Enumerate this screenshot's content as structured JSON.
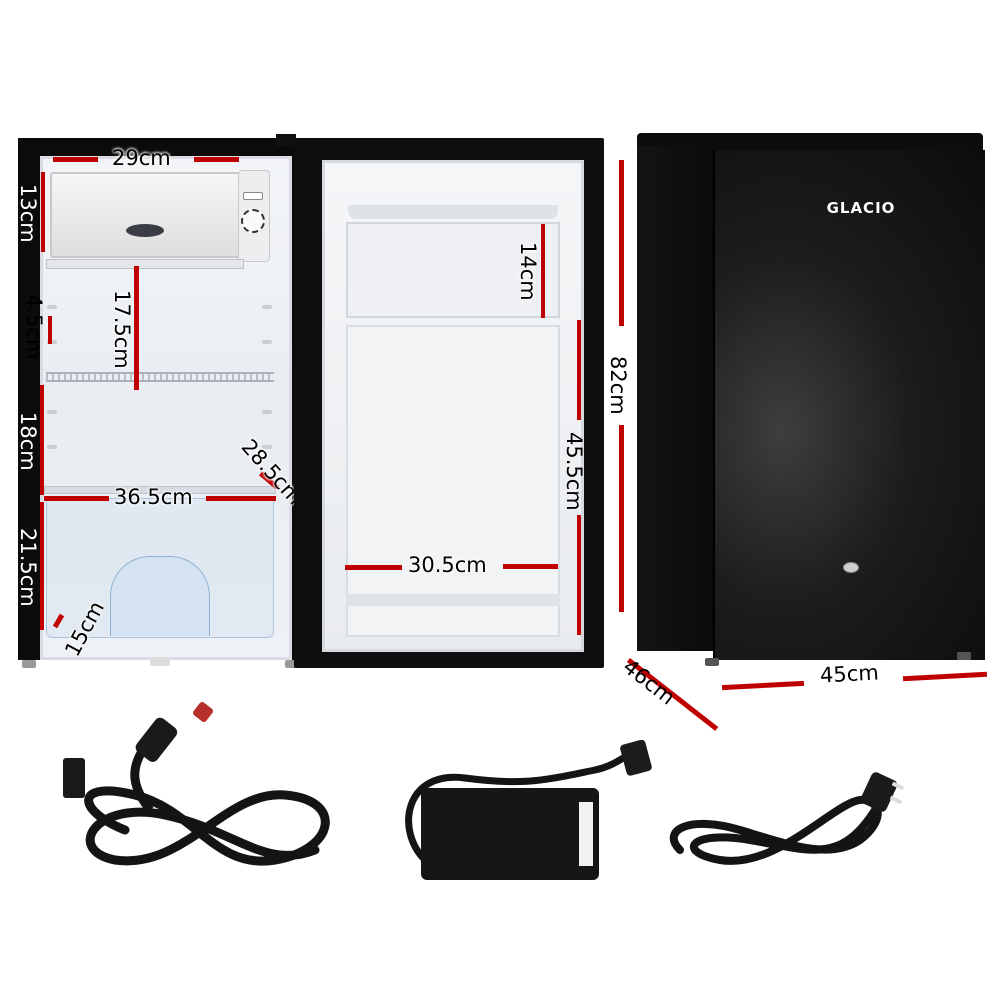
{
  "image": {
    "subject": "Glacio bar fridge product dimensions with accessories",
    "background_color": "#ffffff",
    "dimension_line_color": "#c00000"
  },
  "open_fridge": {
    "dimensions": {
      "freezer_width": "29cm",
      "freezer_height": "13cm",
      "shelf_gap": "4.5cm",
      "upper_compartment_height": "17.5cm",
      "middle_compartment_height": "18cm",
      "interior_width": "36.5cm",
      "interior_depth": "28.5cm",
      "crisper_height": "21.5cm",
      "crisper_depth": "15cm"
    }
  },
  "door": {
    "dimensions": {
      "top_bin_height": "14cm",
      "lower_bin_height": "45.5cm",
      "bin_width": "30.5cm"
    }
  },
  "closed_fridge": {
    "brand": "GLACIO",
    "dimensions": {
      "height": "82cm",
      "depth": "46cm",
      "width": "45cm"
    }
  },
  "accessories": [
    {
      "name": "12V car cigarette lighter power cord"
    },
    {
      "name": "AC/DC power adapter"
    },
    {
      "name": "AU mains power cord"
    }
  ]
}
